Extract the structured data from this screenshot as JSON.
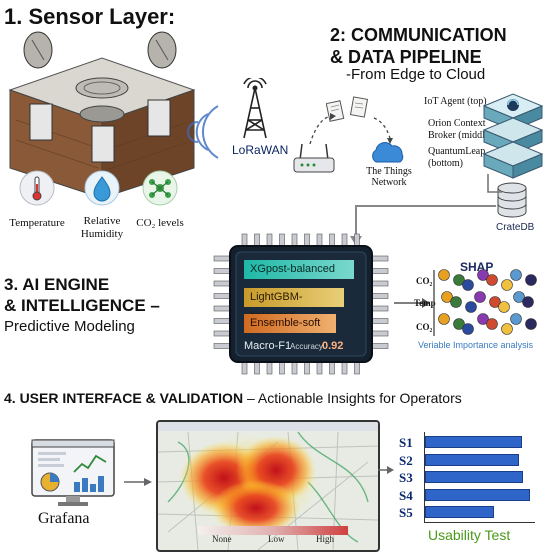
{
  "sections": {
    "sensor": {
      "title": "1. Sensor Layer:",
      "icons": [
        {
          "label": "Temperature",
          "icon": "thermometer-icon"
        },
        {
          "label": "Relative Humidity",
          "icon": "droplet-icon"
        },
        {
          "label": "CO₂ levels",
          "icon": "molecule-icon"
        }
      ]
    },
    "communication": {
      "title_line1": "2: COMMUNICATION",
      "title_line2": "& DATA PIPELINE",
      "subtitle": "-From Edge to Cloud",
      "lorawan": "LoRaWAN",
      "things_network_line1": "The Things",
      "things_network_line2": "Network",
      "stack": [
        "IoT Agent (top)",
        "Orion Context Broker (middle)",
        "QuantumLeap (bottom)"
      ],
      "database": "CrateDB"
    },
    "ai": {
      "title_line1": "3. AI ENGINE",
      "title_line2": "& INTELLIGENCE –",
      "subtitle": "Predictive Modeling",
      "models": [
        "XGpost-balanced",
        "LightGBM-balanced",
        "Ensemble-soft"
      ],
      "macro": "Macro-F1",
      "accuracy_label": "Accuracy",
      "accuracy_value": "0.92",
      "shap_title": "SHAP",
      "shap_features": [
        "CO₂",
        "Temp",
        "CO₂"
      ],
      "shap_caption": "Veriable Importance analysis"
    },
    "ui": {
      "title_bold": "4. USER INTERFACE & VALIDATION",
      "title_rest": " – Actionable Insights for Operators",
      "grafana": "Grafana",
      "heat_legend": [
        "None",
        "Low",
        "High"
      ],
      "usability_title": "Usability Test"
    }
  },
  "chart_data": {
    "type": "bar",
    "orientation": "horizontal",
    "categories": [
      "S1",
      "S2",
      "S3",
      "S4",
      "S5"
    ],
    "values": [
      88,
      85,
      89,
      95,
      63
    ],
    "xlim": [
      0,
      100
    ],
    "title": "Usability Test"
  },
  "colors": {
    "accent_blue": "#2f64c8",
    "chip_dark": "#14202e",
    "chip_teal": "#20c8b8",
    "green_caption": "#4a9a1a"
  }
}
